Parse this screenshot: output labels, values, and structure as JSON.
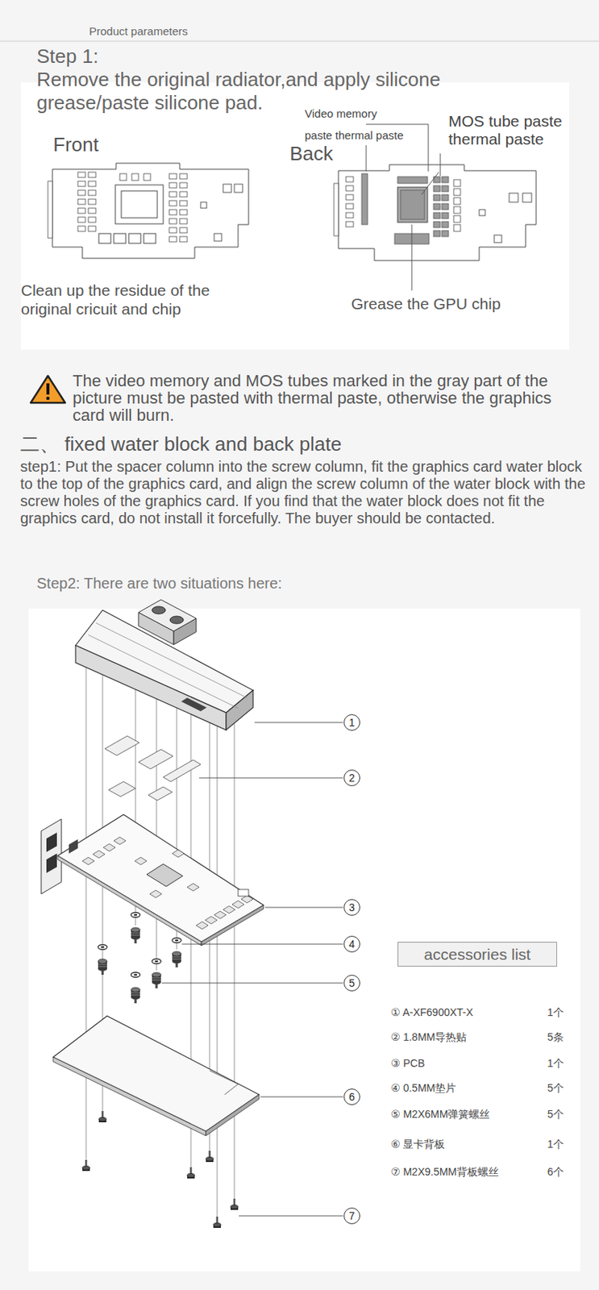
{
  "diagram": {
    "title": "Product parameters",
    "nodes": [
      {
        "text": [
          "Front",
          "Video memory",
          "paste thermal paste",
          "MOS tube paste thermal paste",
          "Back",
          "Clean up the residue of the original cricuit and chip",
          "Grease the GPU chip"
        ]
      },
      {
        "text": [
          "① A-XF6900XT-X",
          "1个",
          "② 1.8MM导热贴",
          "5条",
          "③ PCB",
          "1个",
          "④ 0.5MM垫片",
          "5个",
          "⑤ M2X6MM弹簧螺丝",
          "5个",
          "⑥ 显卡背板",
          "1个",
          "⑦ M2X9.5MM背板螺丝",
          "6个"
        ]
      },
      {
        "text": [
          "1"
        ],
        "in": 1
      },
      {
        "text": [
          "2"
        ],
        "in": 1
      },
      {
        "text": [
          "3"
        ],
        "in": 1
      },
      {
        "text": [
          "4"
        ],
        "in": 1
      },
      {
        "text": [
          "accessories list"
        ],
        "in": 1
      },
      {
        "text": [
          "5"
        ],
        "in": 1
      },
      {
        "text": [
          "6"
        ],
        "in": 1
      },
      {
        "text": [
          "7"
        ],
        "in": 1
      }
    ],
    "labels": [
      "Step 1:",
      "Remove the original radiator,and apply silicone grease/paste silicone pad.",
      "The video memory and MOS tubes marked in the gray part of the picture must be pasted with thermal paste, otherwise the graphics card will burn.",
      "二、 fixed water block and back plate",
      "step1: Put the spacer column into the screw column, fit the graphics card water block to the top of the graphics card, and align the screw column of the water block with the screw holes of the graphics card. If you find that the water block does not fit the graphics card, do not install it forcefully. The buyer should be contacted.",
      "Step2: There are two situations here:"
    ]
  }
}
